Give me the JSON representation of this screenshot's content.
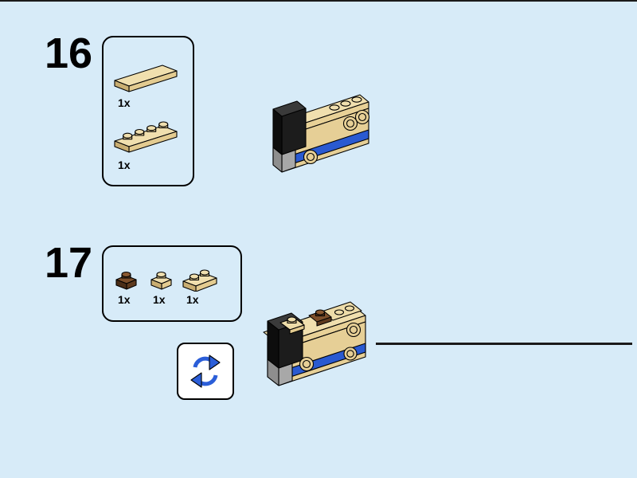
{
  "page": {
    "background_color": "#D7EBF8",
    "divider_color": "#1A1A1A"
  },
  "steps": [
    {
      "number": "16",
      "parts": [
        {
          "name": "tan-1x4-tile",
          "count": "1x"
        },
        {
          "name": "tan-1x4-plate",
          "count": "1x"
        }
      ]
    },
    {
      "number": "17",
      "parts": [
        {
          "name": "brown-1x1-plate",
          "count": "1x"
        },
        {
          "name": "tan-1x1-plate",
          "count": "1x"
        },
        {
          "name": "tan-1x2-plate",
          "count": "1x"
        }
      ]
    }
  ],
  "colors": {
    "tan_top": "#F0DFAE",
    "tan_front": "#E6CF96",
    "tan_side": "#C9AE72",
    "blue_band": "#2A5AD1",
    "black_part": "#1C1C1C",
    "gray_part": "#A8A8A8",
    "brown_part": "#7C4E2A",
    "rotate_icon_blue": "#2B5ED8"
  }
}
